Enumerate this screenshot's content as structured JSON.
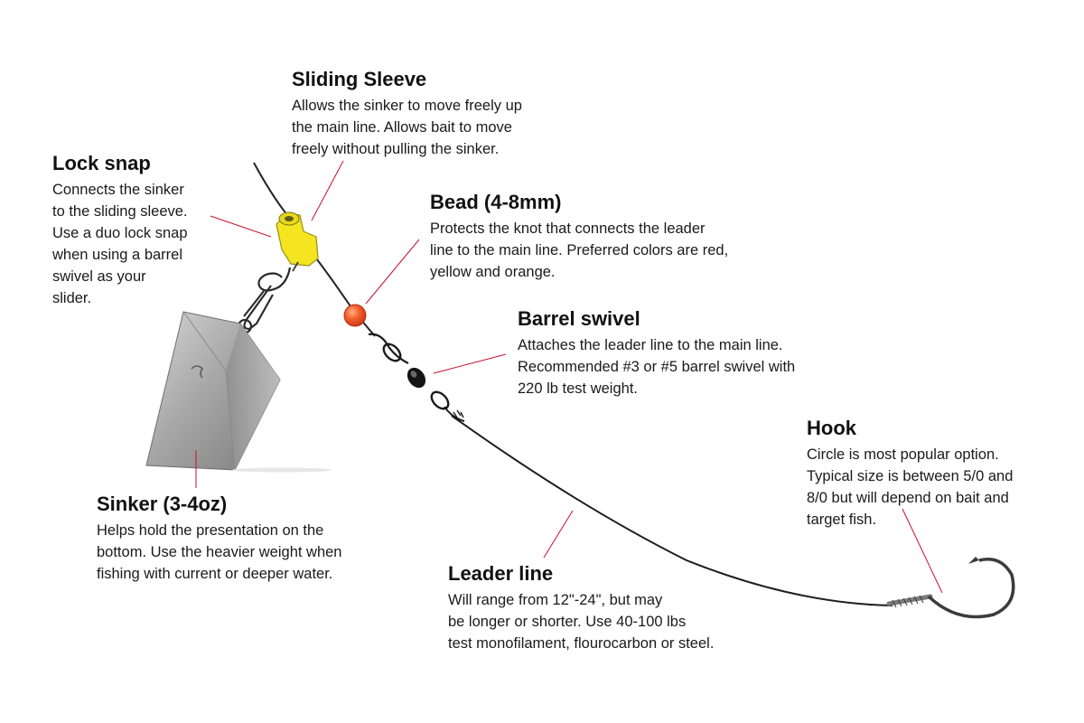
{
  "colors": {
    "background": "#ffffff",
    "text": "#111111",
    "leader_line": "#c8102e",
    "fishing_line": "#222222",
    "sleeve": "#f2e41c",
    "bead": "#f05a28",
    "sinker": "#a9a9a9"
  },
  "callouts": {
    "sliding_sleeve": {
      "title": "Sliding Sleeve",
      "text": "Allows the sinker to move freely up\nthe main line. Allows bait to move\nfreely without pulling the sinker."
    },
    "lock_snap": {
      "title": "Lock snap",
      "text": "Connects the sinker\nto the sliding sleeve.\nUse a duo lock snap\nwhen using a barrel\nswivel as your\nslider."
    },
    "bead": {
      "title": "Bead (4-8mm)",
      "text": "Protects the knot that connects the leader\nline to the main line. Preferred colors are red,\nyellow and orange."
    },
    "barrel_swivel": {
      "title": "Barrel swivel",
      "text": "Attaches the leader line to the main line.\nRecommended #3 or #5 barrel swivel with\n220 lb test weight."
    },
    "hook": {
      "title": "Hook",
      "text": "Circle is most popular option.\nTypical size is between 5/0 and\n8/0 but will depend on bait and\ntarget fish."
    },
    "sinker": {
      "title": "Sinker (3-4oz)",
      "text": "Helps hold the presentation on the\nbottom. Use the heavier weight when\nfishing with current or deeper water."
    },
    "leader_line": {
      "title": "Leader line",
      "text": "Will range from 12\"-24\", but may\nbe longer or shorter. Use 40-100 lbs\ntest monofilament, flourocarbon or steel."
    }
  }
}
